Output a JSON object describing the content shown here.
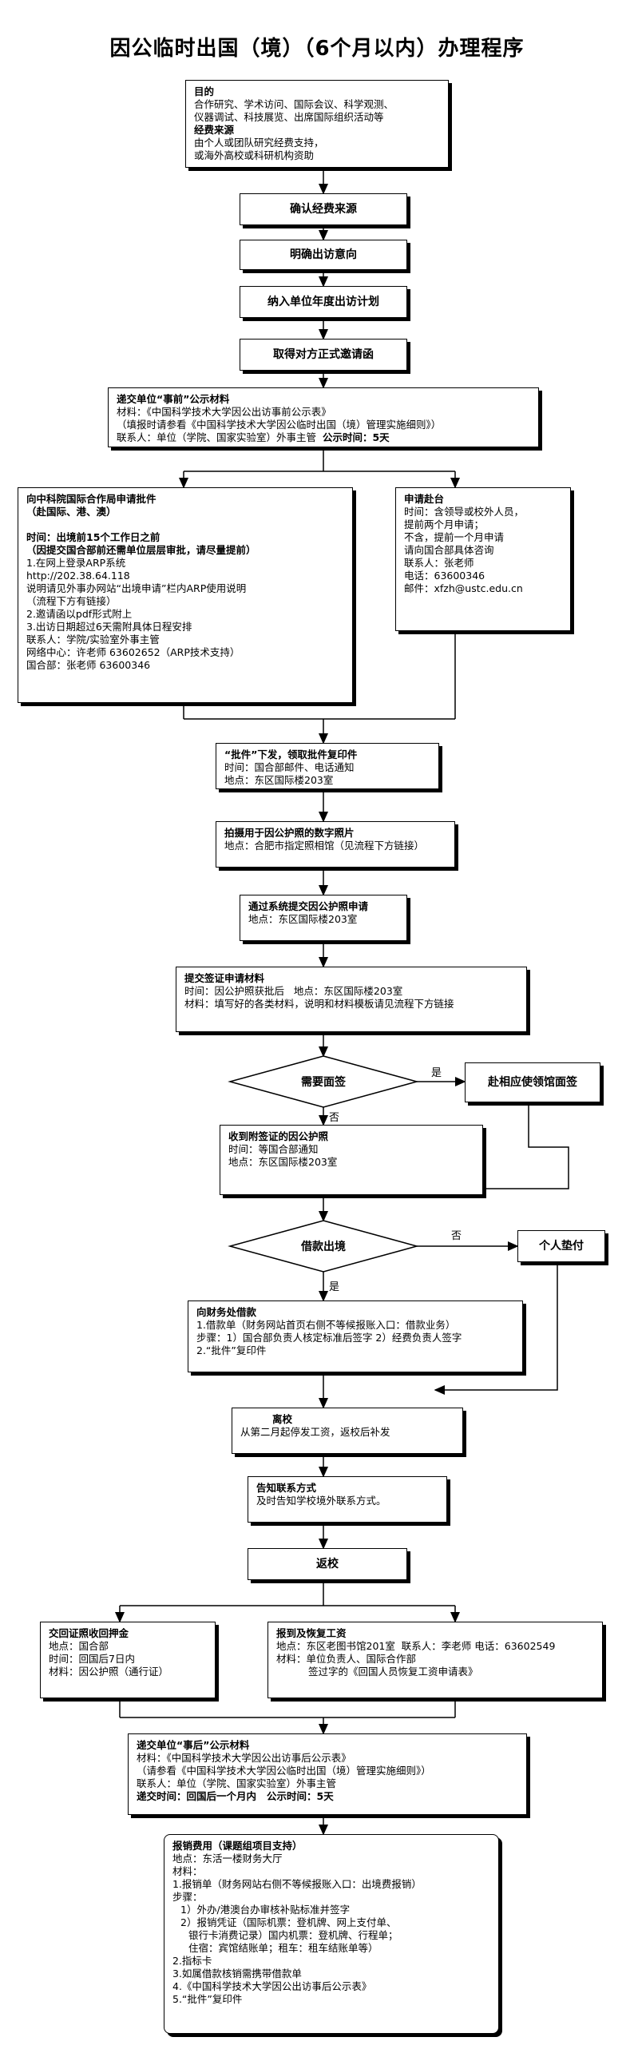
{
  "title": "因公临时出国（境）（6个月以内）办理程序",
  "box_purpose": {
    "head1": "目的",
    "l1": "合作研究、学术访问、国际会议、科学观测、",
    "l2": "仪器调试、科技展览、出席国际组织活动等",
    "head2": "经费来源",
    "l3": "由个人或团队研究经费支持，",
    "l4": "或海外高校或科研机构资助"
  },
  "step_confirm_funds": "确认经费来源",
  "step_define_intent": "明确出访意向",
  "step_plan": "纳入单位年度出访计划",
  "step_invitation": "取得对方正式邀请函",
  "box_pre_notice": {
    "head": "递交单位“事前”公示材料",
    "l1": "材料：《中国科学技术大学因公出访事前公示表》",
    "l2": "（填报时请参看《中国科学技术大学因公临时出国（境）管理实施细则》）",
    "l3a": "联系人：单位（学院、国家实验室）外事主管",
    "l3b": "公示时间：5天"
  },
  "box_cas": {
    "head1": "向中科院国际合作局申请批件",
    "head2": "（赴国际、港、澳）",
    "head3": "时间：出境前15个工作日之前",
    "head4": "（因提交国合部前还需单位层层审批，请尽量提前）",
    "l1": "1.在网上登录ARP系统",
    "l2": "http://202.38.64.118",
    "l3": "说明请见外事办网站“出境申请”栏内ARP使用说明",
    "l4": "（流程下方有链接）",
    "l5": "2.邀请函以pdf形式附上",
    "l6": "3.出访日期超过6天需附具体日程安排",
    "l7": "联系人：学院/实验室外事主管",
    "l8": "网络中心：许老师 63602652（ARP技术支持）",
    "l9": "国合部：张老师 63600346"
  },
  "box_taiwan": {
    "head": "申请赴台",
    "l1": "时间：含领导或校外人员，",
    "l2": "提前两个月申请；",
    "l3": "不含，提前一个月申请",
    "l4": "请向国合部具体咨询",
    "l5": "联系人：张老师",
    "l6": "电话：63600346",
    "l7": "邮件：xfzh@ustc.edu.cn"
  },
  "box_approval": {
    "head": "“批件”下发，领取批件复印件",
    "l1": "时间：国合部邮件、电话通知",
    "l2": "地点：东区国际楼203室"
  },
  "box_photo": {
    "head": "拍摄用于因公护照的数字照片",
    "l1": "地点：合肥市指定照相馆（见流程下方链接）"
  },
  "box_passport": {
    "head": "通过系统提交因公护照申请",
    "l1": "地点：东区国际楼203室"
  },
  "box_visa": {
    "head": "提交签证申请材料",
    "l1": "时间：因公护照获批后   地点：东区国际楼203室",
    "l2": "材料：填写好的各类材料，说明和材料模板请见流程下方链接"
  },
  "decision_interview": "需要面签",
  "label_yes1": "是",
  "label_no1": "否",
  "box_embassy": "赴相应使领馆面签",
  "box_receive_passport": {
    "head": "收到附签证的因公护照",
    "l1": "时间：等国合部通知",
    "l2": "地点：东区国际楼203室"
  },
  "decision_loan": "借款出境",
  "label_no2": "否",
  "label_yes2": "是",
  "box_self_pay": "个人垫付",
  "box_loan": {
    "head": "向财务处借款",
    "l1": "1.借款单（财务网站首页右侧不等候报账入口：借款业务）",
    "l2": "步骤：1）国合部负责人核定标准后签字 2）经费负责人签字",
    "l3": "2.“批件”复印件"
  },
  "box_leave": {
    "head": "离校",
    "l1": "从第二月起停发工资，返校后补发"
  },
  "box_contact": {
    "head": "告知联系方式",
    "l1": "及时告知学校境外联系方式。"
  },
  "step_return": "返校",
  "box_return_passport": {
    "head": "交回证照收回押金",
    "l1": "地点：国合部",
    "l2": "时间：回国后7日内",
    "l3": "材料：因公护照（通行证）"
  },
  "box_report": {
    "head": "报到及恢复工资",
    "l1": "地点：东区老图书馆201室  联系人：李老师 电话：63602549",
    "l2": "材料：单位负责人、国际合作部",
    "l3": "签过字的《回国人员恢复工资申请表》"
  },
  "box_post_notice": {
    "head": "递交单位“事后”公示材料",
    "l1": "材料：《中国科学技术大学因公出访事后公示表》",
    "l2": "（请参看《中国科学技术大学因公临时出国（境）管理实施细则》）",
    "l3": "联系人：单位（学院、国家实验室）外事主管",
    "l4": "递交时间：回国后一个月内   公示时间：5天"
  },
  "box_reimburse": {
    "head": "报销费用（课题组项目支持）",
    "l1": "地点：东活一楼财务大厅",
    "l2": "材料：",
    "l3": "1.报销单（财务网站右侧不等候报账入口：出境费报销）",
    "l4": "步骤：",
    "l5": "1）外办/港澳台办审核补贴标准并签字",
    "l6": "2）报销凭证（国际机票：登机牌、网上支付单、",
    "l7": "银行卡消费记录）国内机票：登机牌、行程单；",
    "l8": "住宿：宾馆结账单；租车：租车结账单等）",
    "l9": "2.指标卡",
    "l10": "3.如属借款核销需携带借款单",
    "l11": "4.《中国科学技术大学因公出访事后公示表》",
    "l12": "5.“批件”复印件"
  }
}
